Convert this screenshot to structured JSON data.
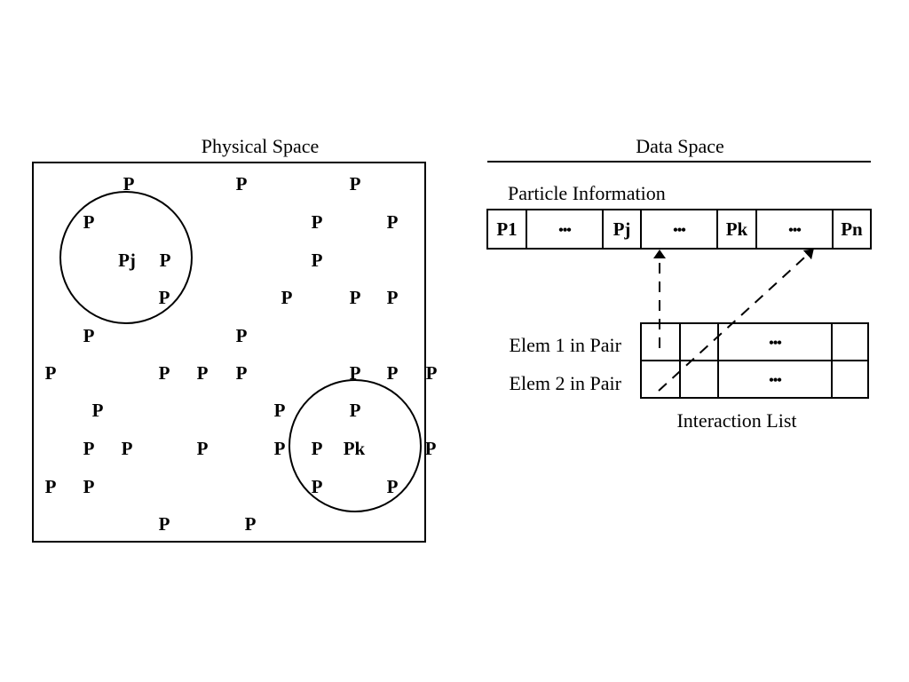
{
  "physical_space": {
    "title": "Physical Space",
    "particle_label": "P",
    "pj_label": "Pj",
    "pk_label": "Pk"
  },
  "data_space": {
    "title": "Data Space",
    "particle_info": {
      "label": "Particle Information",
      "cells": [
        "P1",
        "•••",
        "Pj",
        "•••",
        "Pk",
        "•••",
        "Pn"
      ]
    },
    "interaction_list": {
      "label": "Interaction List",
      "row_labels": [
        "Elem 1 in Pair",
        "Elem 2 in Pair"
      ],
      "ellipsis": "•••"
    }
  }
}
